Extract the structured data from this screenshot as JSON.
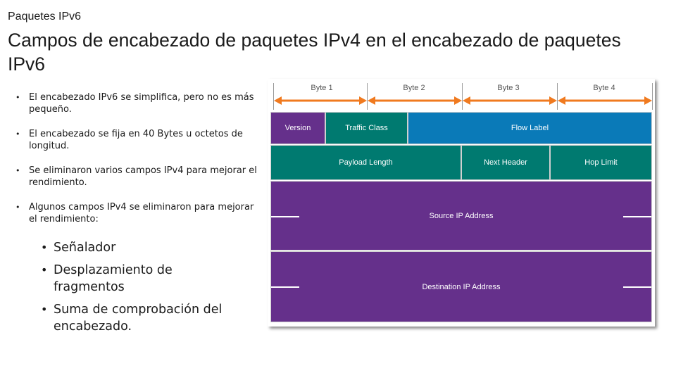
{
  "header": {
    "subtitle": "Paquetes IPv6",
    "title": "Campos de encabezado de paquetes IPv4 en el encabezado de paquetes IPv6"
  },
  "bullets": [
    "El encabezado  IPv6 se simplifica, pero no es más pequeño.",
    "El encabezado  se fija en 40 Bytes u octetos de longitud.",
    "Se eliminaron varios campos IPv4 para mejorar el rendimiento.",
    "Algunos campos IPv4 se eliminaron para mejorar el rendimiento:"
  ],
  "sub_bullets": [
    "Señalador",
    "Desplazamiento de fragmentos",
    "Suma de comprobación del encabezado."
  ],
  "diagram": {
    "bytes": [
      "Byte 1",
      "Byte 2",
      "Byte 3",
      "Byte 4"
    ],
    "fields": {
      "version": "Version",
      "traffic_class": "Traffic Class",
      "flow_label": "Flow Label",
      "payload_length": "Payload Length",
      "next_header": "Next Header",
      "hop_limit": "Hop Limit",
      "source": "Source IP Address",
      "destination": "Destination IP Address"
    },
    "colors": {
      "purple": "#65308b",
      "teal": "#007a70",
      "blue": "#0a7ab8",
      "arrow": "#f07a1f"
    }
  }
}
